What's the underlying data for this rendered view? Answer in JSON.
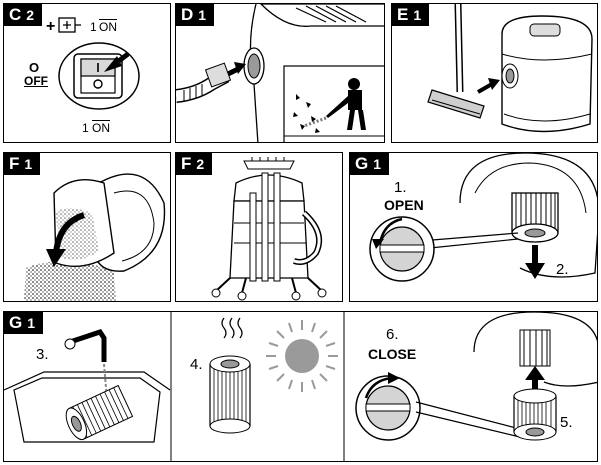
{
  "panels": {
    "c2": {
      "tag": "C",
      "num": "2",
      "plus": "+",
      "on_top": "1",
      "on_top_word": "ON",
      "zero": "O",
      "off": "OFF",
      "on_bottom": "1",
      "on_bottom_word": "ON"
    },
    "d1": {
      "tag": "D",
      "num": "1"
    },
    "e1": {
      "tag": "E",
      "num": "1"
    },
    "f1": {
      "tag": "F",
      "num": "1"
    },
    "f2": {
      "tag": "F",
      "num": "2"
    },
    "g1a": {
      "tag": "G",
      "num": "1",
      "step1": "1.",
      "open": "OPEN",
      "step2": "2."
    },
    "g1b": {
      "tag": "G",
      "num": "1",
      "step3": "3.",
      "step4": "4.",
      "step5": "5.",
      "step6": "6.",
      "close": "CLOSE"
    }
  },
  "icons": [
    "power-plug-icon",
    "rocker-switch-icon",
    "arrow-icon",
    "sun-icon",
    "steam-icon",
    "rotate-arrow-icon"
  ],
  "colors": {
    "ink": "#000000",
    "paper": "#ffffff",
    "shade": "#bfbfbf",
    "dark_shade": "#7a7a7a",
    "sun": "#9a9a9a"
  }
}
